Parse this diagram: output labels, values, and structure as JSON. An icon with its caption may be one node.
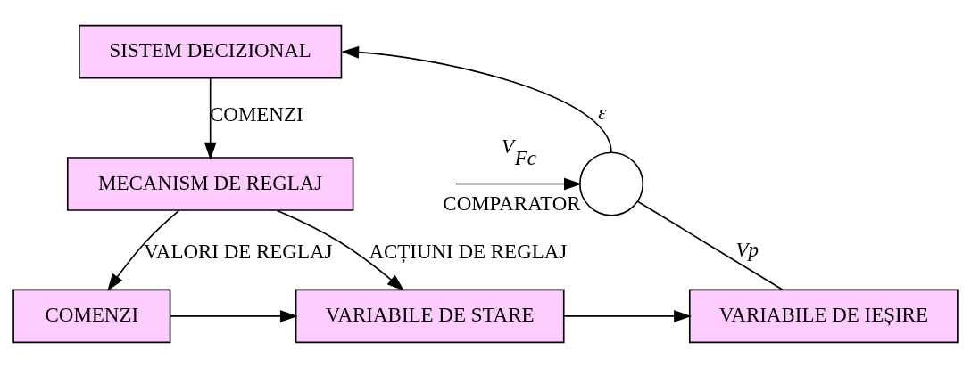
{
  "diagram": {
    "nodes": [
      {
        "text": [
          "SISTEM DECIZIONAL"
        ]
      },
      {
        "text": [
          "MECANISM DE REGLAJ"
        ]
      },
      {
        "text": [
          "COMENZI"
        ]
      },
      {
        "text": [
          "VARIABILE DE STARE"
        ]
      },
      {
        "text": [
          "VARIABILE DE IEȘIRE"
        ]
      },
      {
        "text": [],
        "shape": "circle",
        "beside": [
          "COMPARATOR"
        ]
      }
    ],
    "edges": [
      {
        "from": 0,
        "to": 1,
        "arrow": "to",
        "label": "COMENZI"
      },
      {
        "from": 1,
        "to": 2,
        "arrow": "to",
        "label": "VALORI DE REGLAJ"
      },
      {
        "from": 1,
        "to": 3,
        "arrow": "to",
        "label": "ACȚIUNI DE REGLAJ"
      },
      {
        "from": 2,
        "to": 3,
        "arrow": "to"
      },
      {
        "from": 3,
        "to": 4,
        "arrow": "to"
      },
      {
        "from": 4,
        "to": 5,
        "arrow": "none",
        "label": "Vp"
      },
      {
        "from": 5,
        "to": 0,
        "arrow": "to",
        "label": "ε"
      },
      {
        "from": null,
        "to": 5,
        "arrow": "to",
        "label": "V$_{Fc}$"
      }
    ]
  }
}
